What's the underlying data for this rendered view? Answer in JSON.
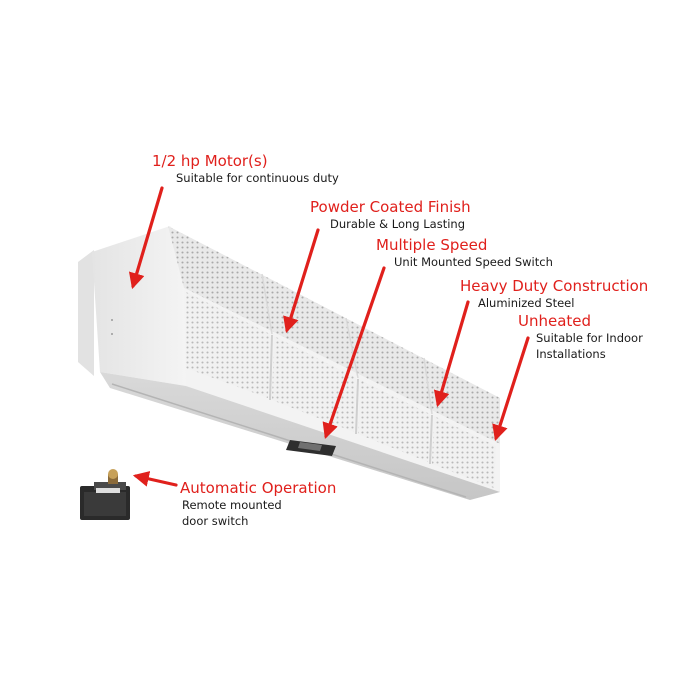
{
  "callouts": {
    "motor": {
      "title": "1/2 hp Motor(s)",
      "detail": "Suitable for continuous duty"
    },
    "finish": {
      "title": "Powder Coated Finish",
      "detail": "Durable & Long Lasting"
    },
    "speed": {
      "title": "Multiple Speed",
      "detail": "Unit Mounted Speed Switch"
    },
    "heavy": {
      "title": "Heavy Duty Construction",
      "detail": "Aluminized Steel"
    },
    "unheated": {
      "title": "Unheated",
      "detail_line1": "Suitable for Indoor",
      "detail_line2": "Installations"
    },
    "automatic": {
      "title": "Automatic Operation",
      "detail_line1": "Remote mounted",
      "detail_line2": "door switch"
    }
  },
  "colors": {
    "accent_red": "#e0201c",
    "body_white": "#f2f2f2",
    "shade": "#d6d6d6"
  },
  "icons": [
    "arrow-icon",
    "door-switch-icon",
    "speed-switch-icon"
  ]
}
